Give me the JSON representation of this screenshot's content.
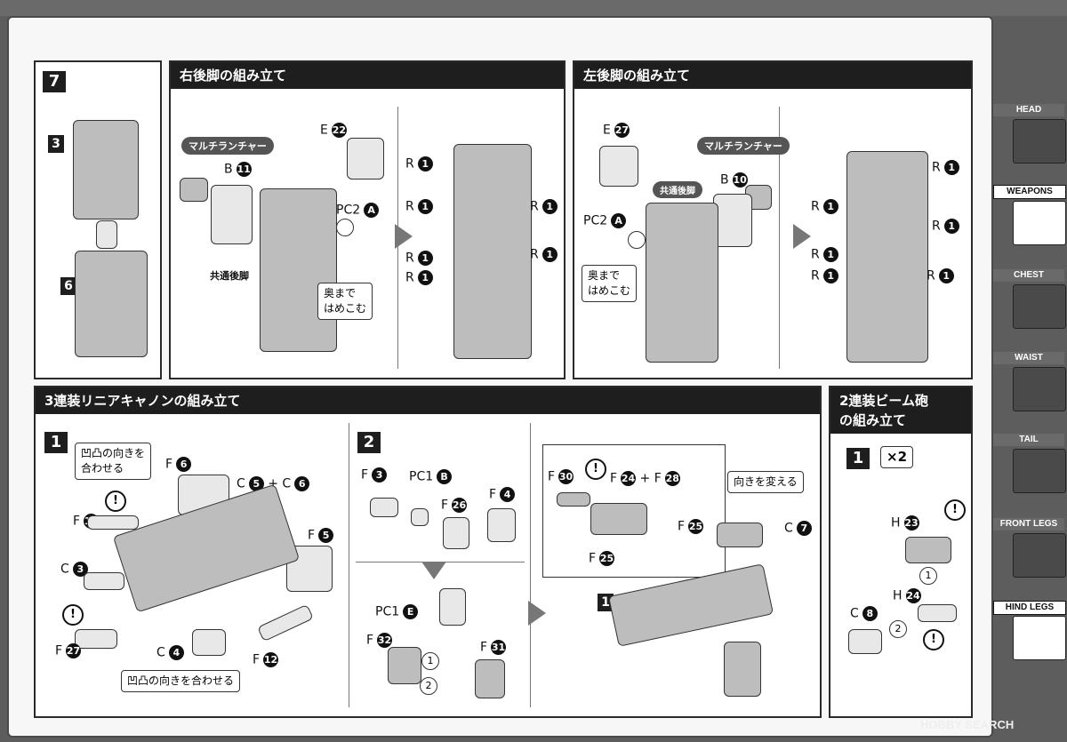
{
  "step7": {
    "number": "7",
    "sub3": "3",
    "sub6": "6"
  },
  "right_leg": {
    "title": "右後脚の組み立て",
    "launcher": "マルチランチャー",
    "b_label": "B",
    "b_num": "11",
    "e_label": "E",
    "e_num": "22",
    "pc_label": "PC2",
    "pc_code": "A",
    "common_leg": "共通後脚",
    "press_line1": "奥まで",
    "press_line2": "はめこむ",
    "r_label": "R",
    "r_num": "1"
  },
  "left_leg": {
    "title": "左後脚の組み立て",
    "launcher": "マルチランチャー",
    "b_label": "B",
    "b_num": "10",
    "e_label": "E",
    "e_num": "27",
    "pc_label": "PC2",
    "pc_code": "A",
    "common_leg": "共通後脚",
    "press_line1": "奥まで",
    "press_line2": "はめこむ",
    "r_label": "R",
    "r_num": "1"
  },
  "cannon": {
    "title": "3連装リニアキャノンの組み立て",
    "step1": "1",
    "step2": "2",
    "align_line1": "凹凸の向きを",
    "align_line2": "合わせる",
    "align_bottom": "凹凸の向きを合わせる",
    "c5c6_a": "C",
    "c5": "5",
    "plus": "+",
    "c6_a": "C",
    "c6": "6",
    "f6": "6",
    "f5": "5",
    "f13": "13",
    "c3": "3",
    "c4": "4",
    "f27": "27",
    "f12": "12",
    "f_letter": "F",
    "c_letter": "C",
    "f3": "3",
    "pc1b": "PC1",
    "pc1b_code": "B",
    "f26": "26",
    "f4": "4",
    "pc1e": "PC1",
    "pc1e_code": "E",
    "f32": "32",
    "f31": "31",
    "f30": "30",
    "f24": "24",
    "f28": "28",
    "f25": "25",
    "turn": "向きを変える",
    "c7": "7",
    "o1": "1",
    "o2": "2",
    "excl": "!"
  },
  "beam": {
    "title_line1": "2連装ビーム砲",
    "title_line2": "の組み立て",
    "step1": "1",
    "times": "×2",
    "h23": "23",
    "h24": "24",
    "c8": "8",
    "h_letter": "H",
    "c_letter": "C",
    "o1": "1",
    "o2": "2",
    "excl": "!"
  },
  "sidebar": [
    {
      "label": "HEAD"
    },
    {
      "label": "WEAPONS"
    },
    {
      "label": "CHEST"
    },
    {
      "label": "WAIST"
    },
    {
      "label": "TAIL"
    },
    {
      "label": "FRONT LEGS"
    },
    {
      "label": "HIND LEGS"
    }
  ],
  "watermark": "HOBBY SEARCH"
}
